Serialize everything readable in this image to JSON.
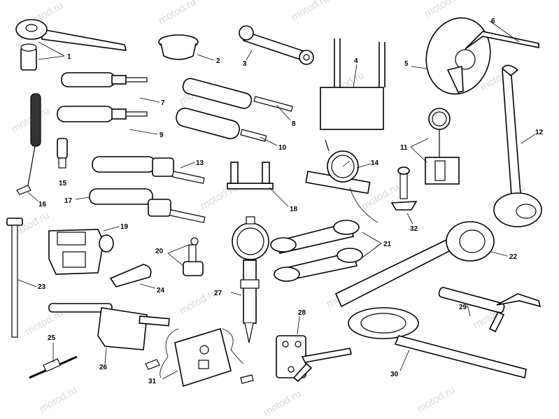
{
  "watermark": "motod.ru",
  "callouts": [
    "1",
    "2",
    "3",
    "4",
    "5",
    "6",
    "7",
    "8",
    "9",
    "10",
    "11",
    "12",
    "13",
    "14",
    "15",
    "16",
    "17",
    "18",
    "19",
    "20",
    "21",
    "22",
    "23",
    "24",
    "25",
    "26",
    "27",
    "28",
    "29",
    "30",
    "31",
    "32"
  ]
}
